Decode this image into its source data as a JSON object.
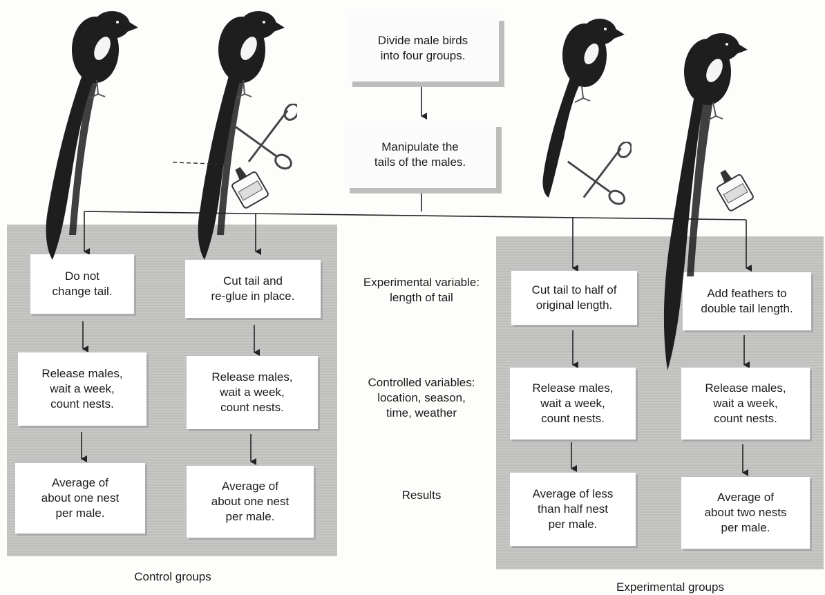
{
  "top_steps": {
    "divide": "Divide male birds\ninto four groups.",
    "manipulate": "Manipulate the\ntails of the males."
  },
  "center_labels": {
    "experimental_variable": "Experimental variable:\nlength of tail",
    "controlled_variables": "Controlled variables:\nlocation, season,\ntime, weather",
    "results": "Results"
  },
  "columns": [
    {
      "action": "Do not\nchange tail.",
      "release": "Release males,\nwait a week,\ncount nests.",
      "result": "Average of\nabout one nest\nper male."
    },
    {
      "action": "Cut tail and\nre-glue in place.",
      "release": "Release males,\nwait a week,\ncount nests.",
      "result": "Average of\nabout one nest\nper male."
    },
    {
      "action": "Cut tail to half of\noriginal length.",
      "release": "Release males,\nwait a week,\ncount nests.",
      "result": "Average of less\nthan half nest\nper male."
    },
    {
      "action": "Add feathers to\ndouble tail length.",
      "release": "Release males,\nwait a week,\ncount nests.",
      "result": "Average of\nabout two nests\nper male."
    }
  ],
  "captions": {
    "control": "Control groups",
    "experimental": "Experimental groups"
  },
  "colors": {
    "panel": "#c4c4c2",
    "box": "#ffffff",
    "bird": "#1e1e1e",
    "patch": "#f4f4f4"
  }
}
